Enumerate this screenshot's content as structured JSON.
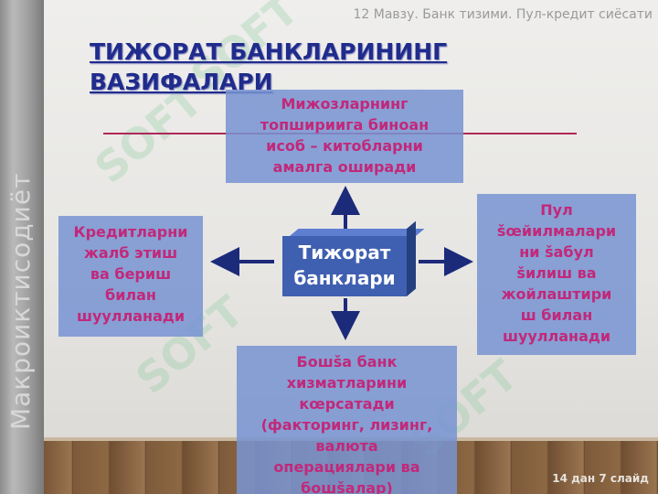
{
  "header": {
    "topic": "12 Мавзу. Банк тизими. Пул-кредит сиёсати",
    "side_label": "Макроиктисодиёт"
  },
  "title": {
    "line1": "ТИЖОРАТ БАНКЛАРИНИНГ",
    "line2": "ВАЗИФАЛАРИ"
  },
  "center": {
    "line1": "Тижорат",
    "line2": "банклари"
  },
  "boxes": {
    "top": [
      "Мижозларнинг",
      "топшириига биноан",
      "исоб – китобларни",
      "амалга оширади"
    ],
    "left": [
      "Кредитларни",
      "жалб этиш",
      "ва бериш",
      "билан",
      "шуулланади"
    ],
    "right": [
      "Пул",
      "šœйилмалари",
      "ни šабул",
      "šилиш ва",
      "жойлаштири",
      "ш билан",
      "шуулланади"
    ],
    "bottom": [
      "Бошša банк",
      "хизматларини",
      "кœрсатади",
      "(факторинг, лизинг,",
      "валюта",
      "операциялари ва",
      "бошšалар)"
    ]
  },
  "footer": {
    "slide_counter": "14 дан 7 слайд"
  },
  "watermark": {
    "text": "SOFT"
  },
  "colors": {
    "title": "#1f2c8c",
    "box_fill": "#7894d2",
    "box_text": "#c2287a",
    "center_fill": "#3f5fb0",
    "arrows": "#1c2a7a"
  }
}
